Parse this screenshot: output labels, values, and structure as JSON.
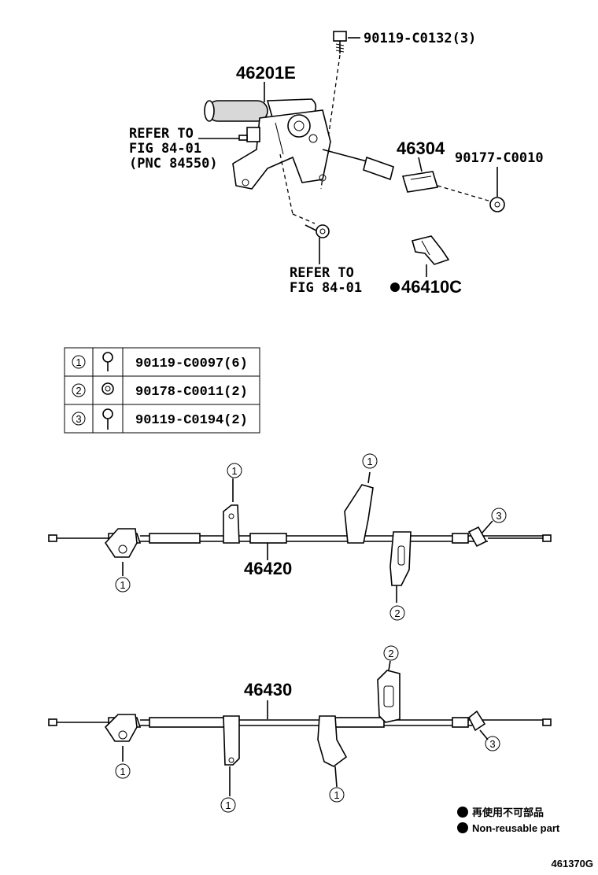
{
  "labels": {
    "bolt_top": "90119-C0132(3)",
    "lever": "46201E",
    "refer_fig_1": "REFER TO",
    "refer_fig_2": "FIG 84-01",
    "refer_fig_3": "(PNC 84550)",
    "clip": "46304",
    "nut": "90177-C0010",
    "refer2_1": "REFER TO",
    "refer2_2": "FIG 84-01",
    "retainer": "46410C",
    "cable_upper": "46420",
    "cable_lower": "46430",
    "figure_code": "461370G"
  },
  "fastener_table": [
    {
      "marker": "1",
      "icon": "bolt-icon",
      "part": "90119-C0097(6)"
    },
    {
      "marker": "2",
      "icon": "nut-icon",
      "part": "90178-C0011(2)"
    },
    {
      "marker": "3",
      "icon": "bolt-icon",
      "part": "90119-C0194(2)"
    }
  ],
  "callouts": {
    "c1": "1",
    "c2": "2",
    "c3": "3"
  },
  "legend": {
    "jp": "再使用不可部品",
    "en": "Non-reusable part"
  }
}
